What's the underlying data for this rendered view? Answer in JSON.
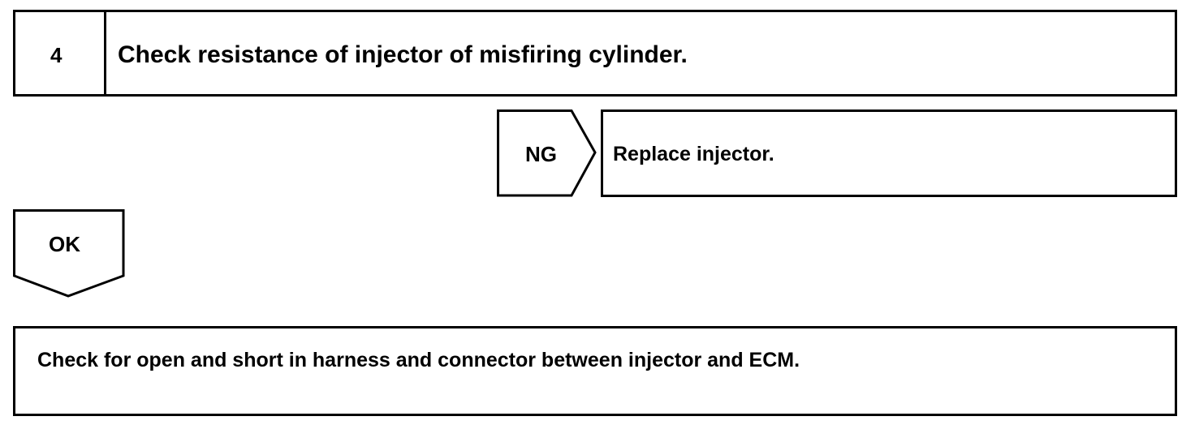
{
  "step": {
    "number": "4",
    "title": "Check resistance of injector of misfiring cylinder."
  },
  "ng_branch": {
    "label": "NG",
    "action": "Replace injector."
  },
  "ok_branch": {
    "label": "OK"
  },
  "next_step": {
    "text": "Check for open and short in harness and connector between injector and ECM."
  }
}
